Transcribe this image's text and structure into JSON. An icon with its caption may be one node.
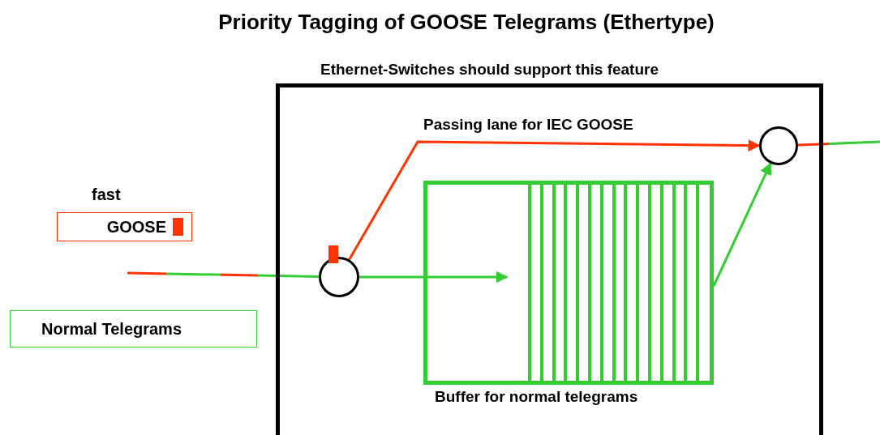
{
  "diagram": {
    "title": "Priority Tagging of GOOSE Telegrams (Ethertype)",
    "nodes": [
      {
        "text": [
          "Ethernet-Switches should support this feature"
        ]
      },
      {
        "text": [
          "GOOSE"
        ],
        "beside": [
          "fast"
        ]
      },
      {
        "text": [
          "Normal Telegrams"
        ]
      },
      {
        "text": [],
        "shape": "circle",
        "in": 0
      },
      {
        "text": [
          "Buffer for normal telegrams"
        ],
        "in": 0
      },
      {
        "text": [],
        "shape": "circle",
        "in": 0
      }
    ],
    "edges": [
      {
        "from": null,
        "to": 3,
        "arrow": "none",
        "color": "#33cc33"
      },
      {
        "from": 3,
        "to": 5,
        "arrow": "to",
        "label": "Passing lane for IEC GOOSE",
        "color": "#ff3300"
      },
      {
        "from": 3,
        "to": 4,
        "arrow": "to",
        "color": "#33cc33"
      },
      {
        "from": 4,
        "to": 5,
        "arrow": "to",
        "color": "#33cc33"
      },
      {
        "from": 5,
        "to": null,
        "arrow": "none",
        "color": "#33cc33"
      }
    ]
  }
}
